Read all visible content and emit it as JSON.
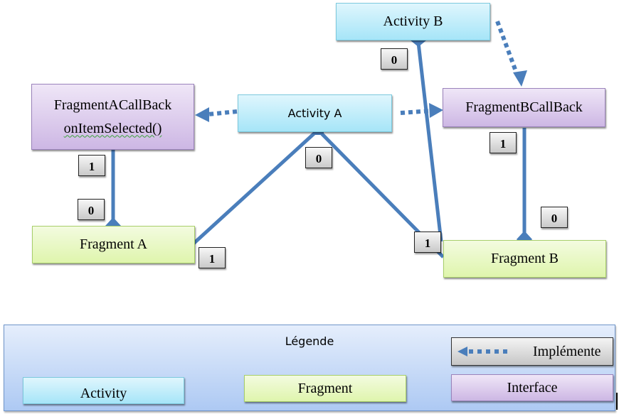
{
  "diagram": {
    "nodes": {
      "activity_b": {
        "label": "Activity B",
        "type": "activity"
      },
      "activity_a": {
        "label": "Activity A",
        "type": "activity"
      },
      "fragment_a_callback": {
        "label": "FragmentACallBack",
        "method": "onItemSelected()",
        "type": "interface"
      },
      "fragment_b_callback": {
        "label": "FragmentBCallBack",
        "type": "interface"
      },
      "fragment_a": {
        "label": "Fragment A",
        "type": "fragment"
      },
      "fragment_b": {
        "label": "Fragment B",
        "type": "fragment"
      }
    },
    "edges": [
      {
        "from": "activity_a",
        "to": "fragment_a_callback",
        "kind": "implements"
      },
      {
        "from": "activity_a",
        "to": "fragment_b_callback",
        "kind": "implements"
      },
      {
        "from": "activity_b",
        "to": "fragment_b_callback",
        "kind": "implements"
      },
      {
        "from": "fragment_a_callback",
        "to": "fragment_a",
        "kind": "composition",
        "source_multiplicity": "1",
        "target_multiplicity": "0"
      },
      {
        "from": "activity_a",
        "to": "fragment_a",
        "kind": "aggregation",
        "source_multiplicity": "0",
        "target_multiplicity": "1"
      },
      {
        "from": "activity_a",
        "to": "fragment_b",
        "kind": "aggregation",
        "target_multiplicity": "1"
      },
      {
        "from": "activity_b",
        "to": "fragment_b",
        "kind": "aggregation",
        "source_multiplicity": "0",
        "target_multiplicity": "1"
      },
      {
        "from": "fragment_b_callback",
        "to": "fragment_b",
        "kind": "composition",
        "source_multiplicity": "1",
        "target_multiplicity": "0"
      }
    ],
    "multiplicity_labels": {
      "activity_b_bottom": "0",
      "fa_callback_bottom": "1",
      "fragment_a_top": "0",
      "fragment_a_right": "1",
      "activity_a_bottom": "0",
      "fb_callback_bottom": "1",
      "fragment_b_top": "0",
      "fragment_b_left": "1"
    }
  },
  "legend": {
    "title": "Légende",
    "implements_label": "Implémente",
    "activity_label": "Activity",
    "fragment_label": "Fragment",
    "interface_label": "Interface"
  },
  "colors": {
    "connector": "#4a7ebb",
    "activity_fill": "#a6e5f8",
    "fragment_fill": "#dff5ad",
    "interface_fill": "#cdb7e4",
    "legend_fill": "#adc9f3"
  }
}
